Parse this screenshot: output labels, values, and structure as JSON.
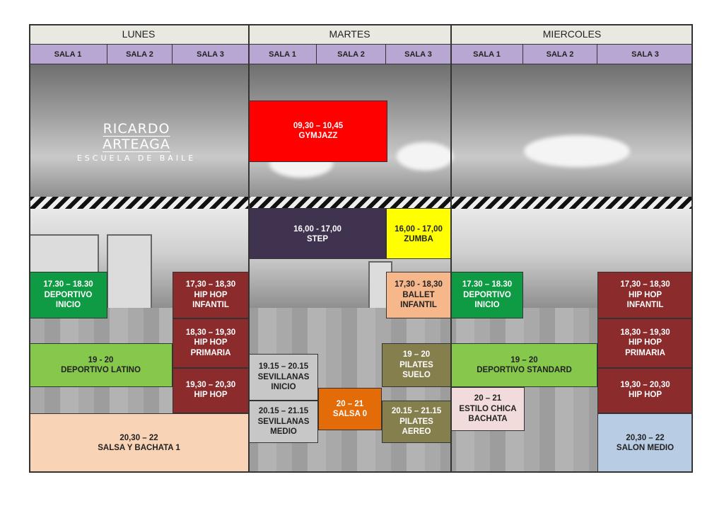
{
  "days": [
    "LUNES",
    "MARTES",
    "MIERCOLES"
  ],
  "salas": [
    "SALA 1",
    "SALA 2",
    "SALA 3"
  ],
  "logo": {
    "line1": "RICARDO ARTEAGA",
    "line2": "ESCUELA DE BAILE"
  },
  "classes": {
    "c1": "17.30 – 18.30\nDEPORTIVO\nINICIO",
    "c2": "17,30 – 18,30\nHIP HOP\nINFANTIL",
    "c3": "18,30 – 19,30\nHIP HOP\nPRIMARIA",
    "c4": "19 - 20\nDEPORTIVO LATINO",
    "c5": "19,30 – 20,30\nHIP HOP",
    "c6": "20,30 – 22\nSALSA Y BACHATA 1",
    "c7": "09,30 – 10,45\nGYMJAZZ",
    "c8": "16,00 - 17,00\nSTEP",
    "c9": "16,00 - 17,00\nZUMBA",
    "c10": "17,30 - 18,30\nBALLET\nINFANTIL",
    "c11": "19 – 20\nPILATES\nSUELO",
    "c12": "19.15 – 20.15\nSEVILLANAS\nINICIO",
    "c13": "20 – 21\nSALSA 0",
    "c14": "20.15 – 21.15\nSEVILLANAS\nMEDIO",
    "c15": "20.15 – 21.15\nPILATES\nAEREO",
    "c16": "17.30 – 18.30\nDEPORTIVO\nINICIO",
    "c17": "17,30 – 18,30\nHIP HOP\nINFANTIL",
    "c18": "18,30 – 19,30\nHIP HOP\nPRIMARIA",
    "c19": "19 – 20\nDEPORTIVO STANDARD",
    "c20": "19,30 – 20,30\nHIP HOP",
    "c21": "20 – 21\nESTILO CHICA\nBACHATA",
    "c22": "20,30 – 22\nSALON MEDIO"
  },
  "colors": {
    "dark_green": "#0f9b43",
    "dark_red": "#8b2b2c",
    "light_green": "#86c84c",
    "peach": "#f9d3b5",
    "red": "#ff0000",
    "dark_purple": "#3f3350",
    "yellow": "#ffff00",
    "light_orange": "#f6b78a",
    "olive": "#847f4c",
    "light_grey": "#c7c7c7",
    "orange": "#e36c09",
    "pink": "#f2dcdb",
    "light_blue": "#b8cce4"
  }
}
